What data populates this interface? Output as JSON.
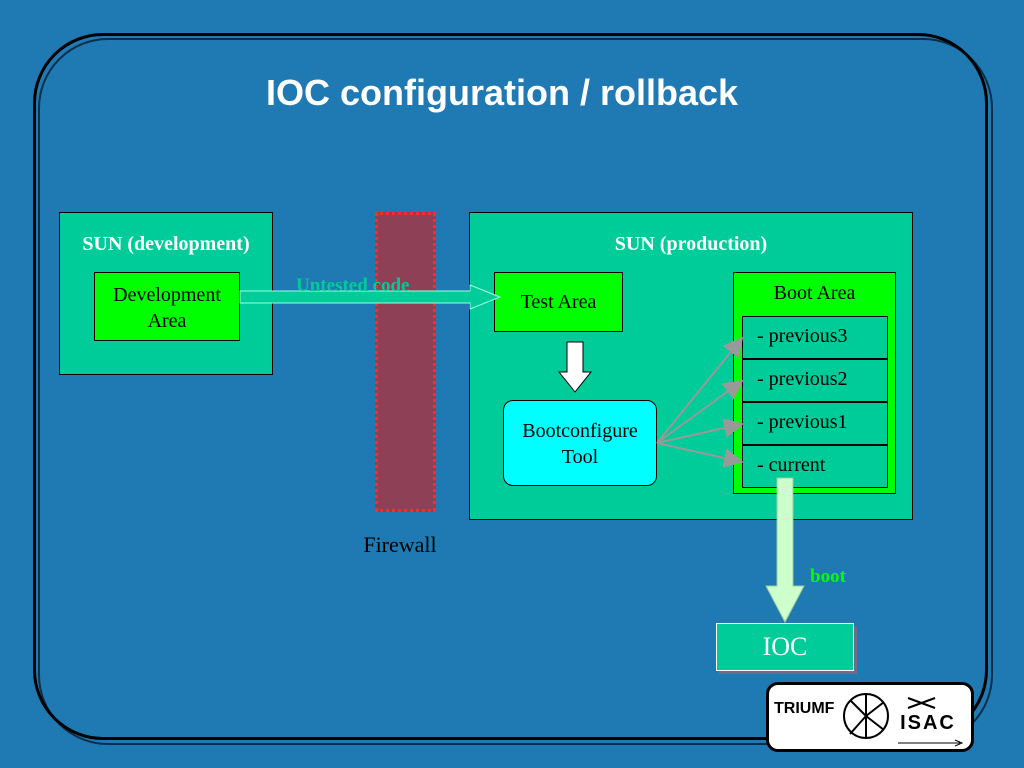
{
  "title": "IOC configuration / rollback",
  "dev": {
    "title": "SUN (development)",
    "area": "Development Area"
  },
  "arrow_label": "Untested code",
  "firewall": "Firewall",
  "prod": {
    "title": "SUN (production)",
    "test_area": "Test Area",
    "tool": "Bootconfigure Tool",
    "boot_area": "Boot Area",
    "slots": [
      "- previous3",
      "- previous2",
      "- previous1",
      "- current"
    ]
  },
  "boot_label": "boot",
  "ioc": "IOC",
  "logo": {
    "left": "TRIUMF",
    "right": "ISAC"
  }
}
